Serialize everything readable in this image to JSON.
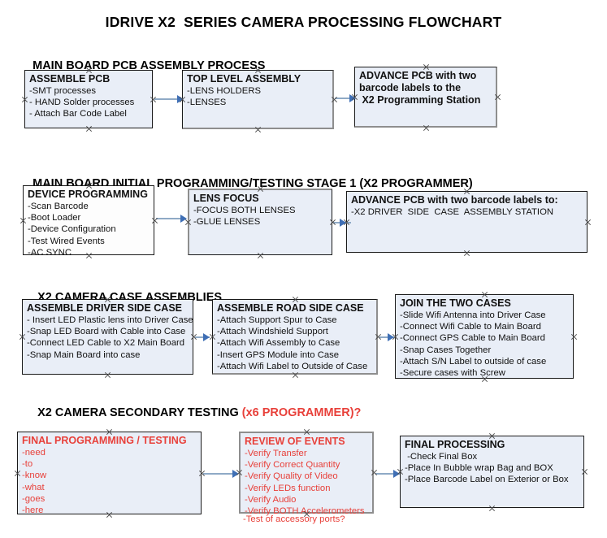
{
  "document": {
    "title": "IDRIVE X2  SERIES CAMERA PROCESSING FLOWCHART"
  },
  "sections": [
    {
      "id": "main-board-pcb-assembly",
      "heading": "MAIN BOARD PCB ASSEMBLY PROCESS",
      "heading_accent": ""
    },
    {
      "id": "main-board-initial-programming",
      "heading": "MAIN BOARD INITIAL PROGRAMMING/TESTING STAGE 1 (X2 PROGRAMMER)",
      "heading_accent": ""
    },
    {
      "id": "x2-camera-case-assemblies",
      "heading": "X2 CAMERA CASE ASSEMBLIES",
      "heading_accent": ""
    },
    {
      "id": "x2-camera-secondary-testing",
      "heading": "X2 CAMERA SECONDARY TESTING ",
      "heading_accent": "(x6 PROGRAMMER)?"
    }
  ],
  "nodes": {
    "assemble_pcb": {
      "title": "ASSEMBLE PCB",
      "lines": [
        "-SMT processes",
        "- HAND Solder processes",
        "- Attach Bar Code Label"
      ]
    },
    "top_level_assembly": {
      "title": "TOP LEVEL ASSEMBLY",
      "lines": [
        "-LENS HOLDERS",
        "-LENSES"
      ]
    },
    "advance_pcb_station": {
      "title": "ADVANCE PCB with two",
      "lines": [
        "barcode labels to the",
        " X2 Programming Station"
      ]
    },
    "device_programming": {
      "title": "DEVICE PROGRAMMING",
      "lines": [
        "-Scan Barcode",
        "-Boot Loader",
        "-Device Configuration",
        "-Test Wired Events",
        "-AC SYNC"
      ]
    },
    "lens_focus": {
      "title": "LENS FOCUS",
      "lines": [
        "-FOCUS BOTH LENSES",
        "-GLUE LENSES"
      ]
    },
    "advance_pcb_driver_side": {
      "title": "ADVANCE PCB with two barcode labels to:",
      "lines": [
        "-X2 DRIVER  SIDE  CASE  ASSEMBLY STATION"
      ]
    },
    "assemble_driver_side_case": {
      "title": "ASSEMBLE DRIVER SIDE CASE",
      "lines": [
        "- Insert LED Plastic lens into Driver Case",
        "-Snap LED Board with Cable into Case",
        "-Connect LED Cable to X2 Main Board",
        "-Snap Main Board into case"
      ]
    },
    "assemble_road_side_case": {
      "title": "ASSEMBLE ROAD SIDE CASE",
      "lines": [
        "-Attach Support Spur to Case",
        "-Attach Windshield Support",
        "-Attach Wifi Assembly to Case",
        "-Insert GPS Module into Case",
        "-Attach Wifi Label to Outside of Case"
      ]
    },
    "join_the_two_cases": {
      "title": "JOIN THE TWO CASES",
      "lines": [
        "-Slide Wifi Antenna into Driver Case",
        "-Connect Wifi Cable to Main Board",
        "-Connect GPS Cable to Main Board",
        "-Snap Cases Together",
        "-Attach S/N Label to outside of case",
        "-Secure cases with Screw"
      ]
    },
    "final_programming_testing": {
      "title": "FINAL PROGRAMMING / TESTING",
      "lines": [
        "-need",
        "-to",
        "-know",
        "-what",
        "-goes",
        "-here"
      ]
    },
    "review_of_events": {
      "title": "REVIEW OF EVENTS",
      "lines": [
        "-Verify Transfer",
        "-Verify Correct Quantity",
        "-Verify Quality of Video",
        "-Verify LEDs function",
        "-Verify Audio",
        "-Verify BOTH Accelerometers"
      ],
      "overflow_line": "-Test of accessory ports?"
    },
    "final_processing": {
      "title": "FINAL PROCESSING",
      "lines": [
        " -Check Final Box",
        "-Place In Bubble wrap Bag and BOX",
        "-Place Barcode Label on Exterior or Box"
      ]
    }
  },
  "colors": {
    "box_fill": "#e9eef7",
    "box_border": "#1a1a1a",
    "box_shadow": "#8e8e8e",
    "text": "#111111",
    "accent_red": "#e8403a",
    "connector_line": "#8faac6",
    "connector_head": "#3f6fb5",
    "background": "#ffffff"
  }
}
